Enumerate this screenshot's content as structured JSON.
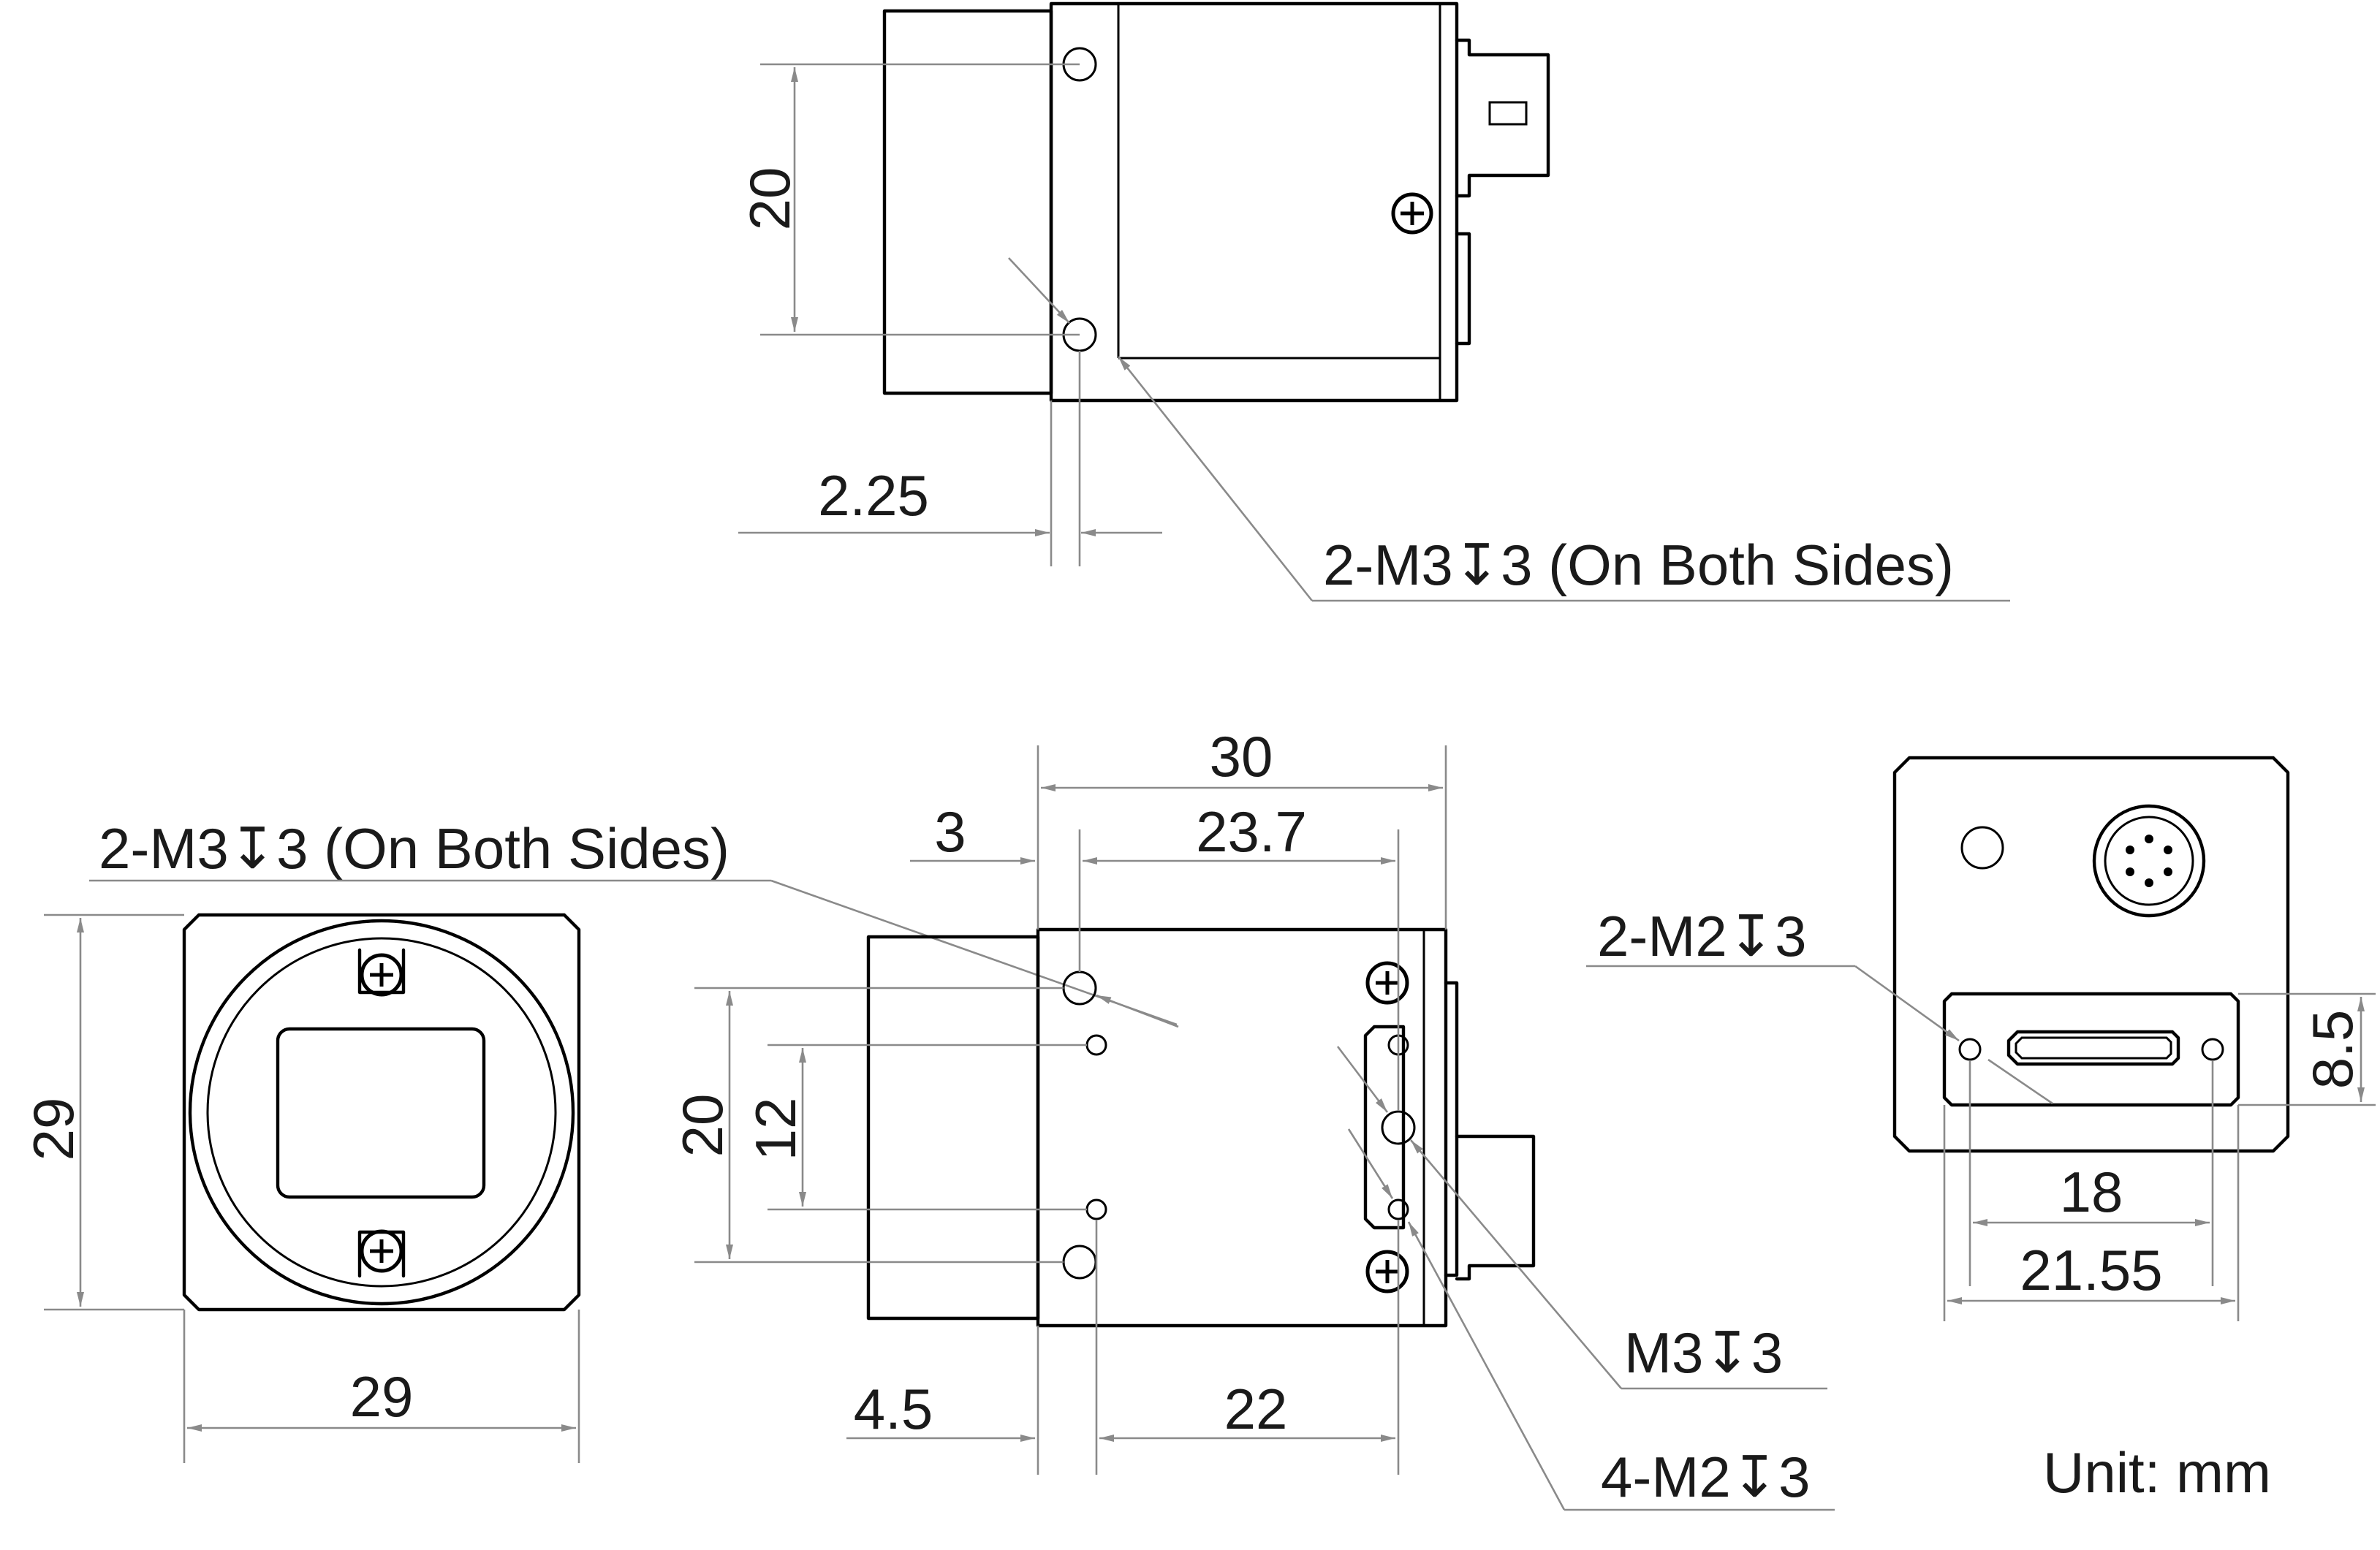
{
  "top_view": {
    "dim_holes_vertical": "20",
    "dim_hole_offset": "2.25",
    "callout": "2-M3↧3 (On Both Sides)"
  },
  "front_view": {
    "callout": "2-M3↧3 (On Both Sides)",
    "height": "29",
    "width": "29"
  },
  "side_view": {
    "overall_length": "30",
    "dim_front_offset": "3",
    "dim_hole_span": "23.7",
    "dim_outer_holes": "20",
    "dim_inner_holes": "12",
    "dim_bottom_offset": "4.5",
    "dim_bottom_span": "22",
    "callout_m3": "M3↧3",
    "callout_m2": "4-M2↧3"
  },
  "rear_view": {
    "callout": "2-M2↧3",
    "dim_height": "8.5",
    "dim_inner": "18",
    "dim_outer": "21.55"
  },
  "unit_label": "Unit: mm"
}
